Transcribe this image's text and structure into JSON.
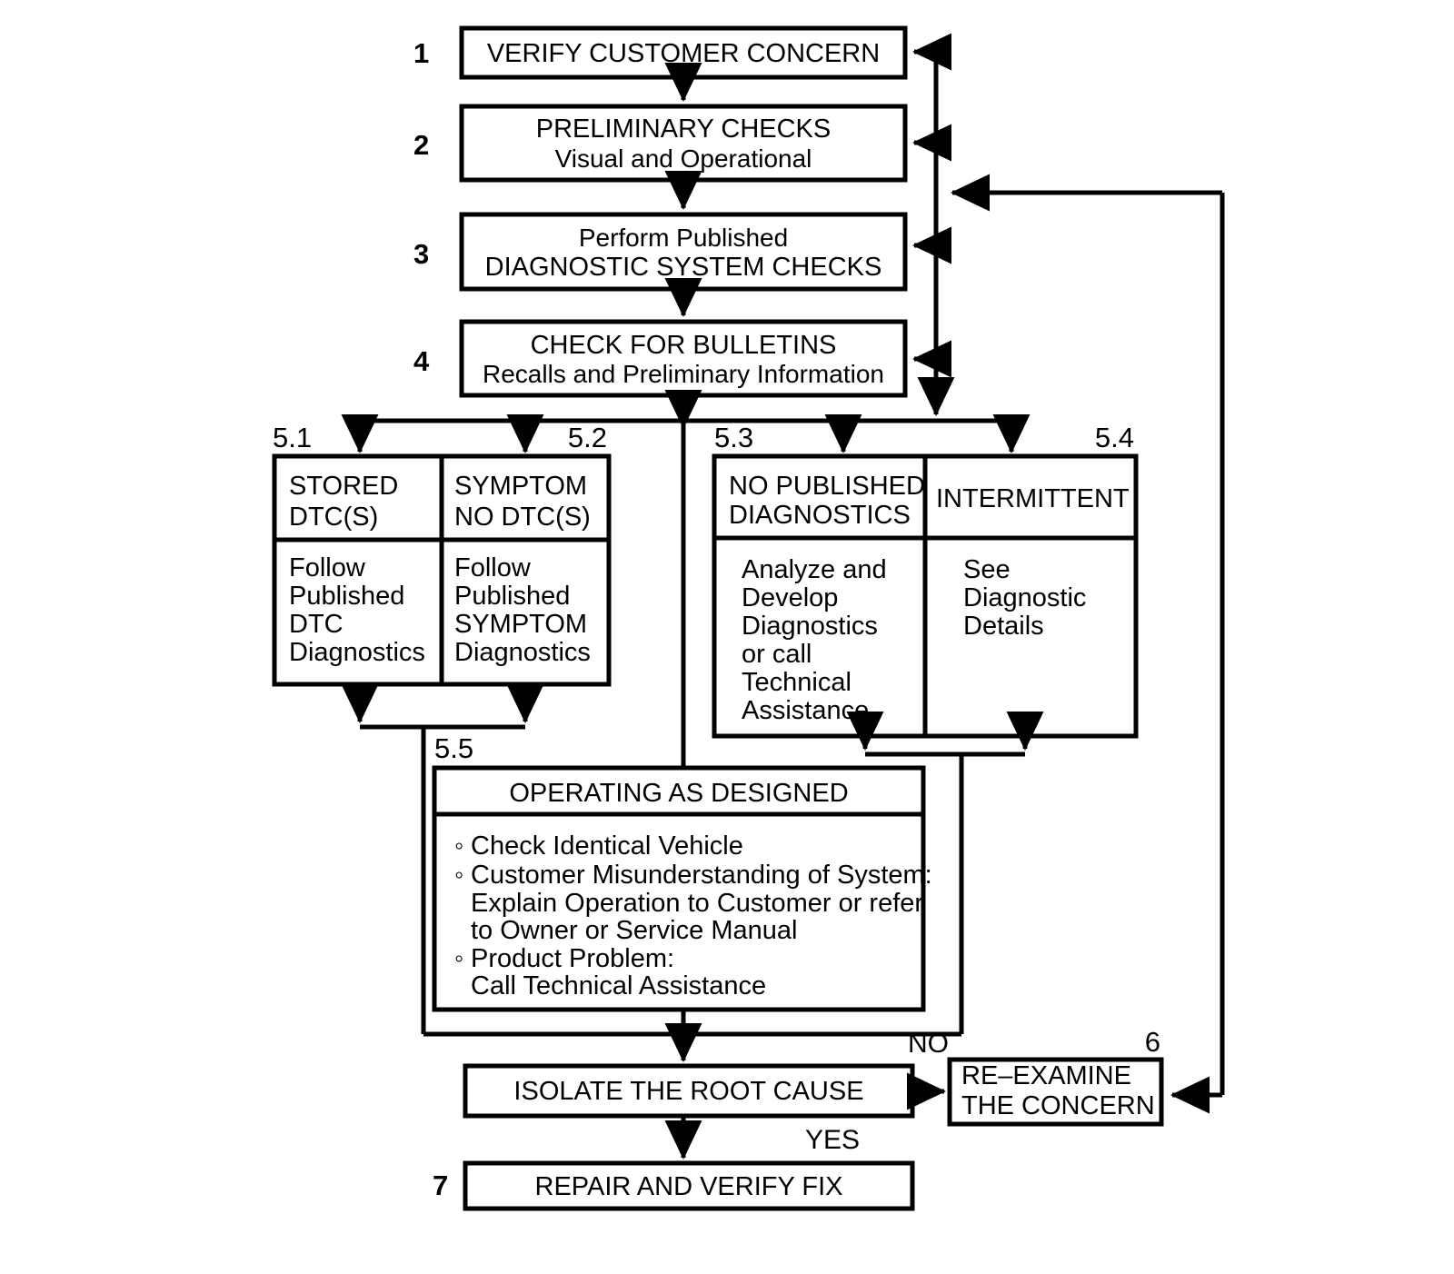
{
  "diagram": {
    "title": "Strategy Based Diagnostics Flowchart",
    "line_color": "#000000",
    "fill_color": "#ffffff",
    "steps": [
      {
        "number": "1",
        "name": "verify-customer-concern",
        "lines": [
          "VERIFY CUSTOMER CONCERN"
        ]
      },
      {
        "number": "2",
        "name": "preliminary-checks",
        "lines": [
          "PRELIMINARY CHECKS",
          "Visual and Operational"
        ]
      },
      {
        "number": "3",
        "name": "diagnostic-system-checks",
        "lines": [
          "Perform Published",
          "DIAGNOSTIC SYSTEM CHECKS"
        ]
      },
      {
        "number": "4",
        "name": "check-for-bulletins",
        "lines": [
          "CHECK FOR BULLETINS",
          "Recalls and Preliminary Information"
        ]
      }
    ],
    "branches": [
      {
        "number": "5.1",
        "name": "stored-dtcs",
        "header": [
          "STORED",
          "DTC(S)"
        ],
        "body": [
          "Follow",
          "Published",
          "DTC",
          "Diagnostics"
        ]
      },
      {
        "number": "5.2",
        "name": "symptom-no-dtcs",
        "header": [
          "SYMPTOM",
          "NO DTC(S)"
        ],
        "body": [
          "Follow",
          "Published",
          "SYMPTOM",
          "Diagnostics"
        ]
      },
      {
        "number": "5.3",
        "name": "no-published-diagnostics",
        "header": [
          "NO PUBLISHED",
          "DIAGNOSTICS"
        ],
        "body": [
          "Analyze and",
          "Develop",
          "Diagnostics",
          "or call",
          "Technical",
          "Assistance"
        ]
      },
      {
        "number": "5.4",
        "name": "intermittent",
        "header": [
          "INTERMITTENT"
        ],
        "body": [
          "See",
          "Diagnostic",
          "Details"
        ]
      }
    ],
    "operating_as_designed": {
      "number": "5.5",
      "name": "operating-as-designed",
      "title": "OPERATING AS DESIGNED",
      "bullet_glyph": "◦",
      "bullets": [
        [
          "Check Identical Vehicle"
        ],
        [
          "Customer Misunderstanding of System:",
          "Explain Operation to Customer or refer",
          "to Owner or Service Manual"
        ],
        [
          "Product Problem:",
          "Call Technical Assistance"
        ]
      ]
    },
    "isolate": {
      "name": "isolate-the-root-cause",
      "label": "ISOLATE THE ROOT CAUSE"
    },
    "re_examine": {
      "number": "6",
      "name": "re-examine-the-concern",
      "lines": [
        "RE–EXAMINE",
        "THE CONCERN"
      ]
    },
    "repair": {
      "number": "7",
      "name": "repair-and-verify-fix",
      "label": "REPAIR AND VERIFY FIX"
    },
    "edge_labels": {
      "no": "NO",
      "yes": "YES"
    }
  }
}
